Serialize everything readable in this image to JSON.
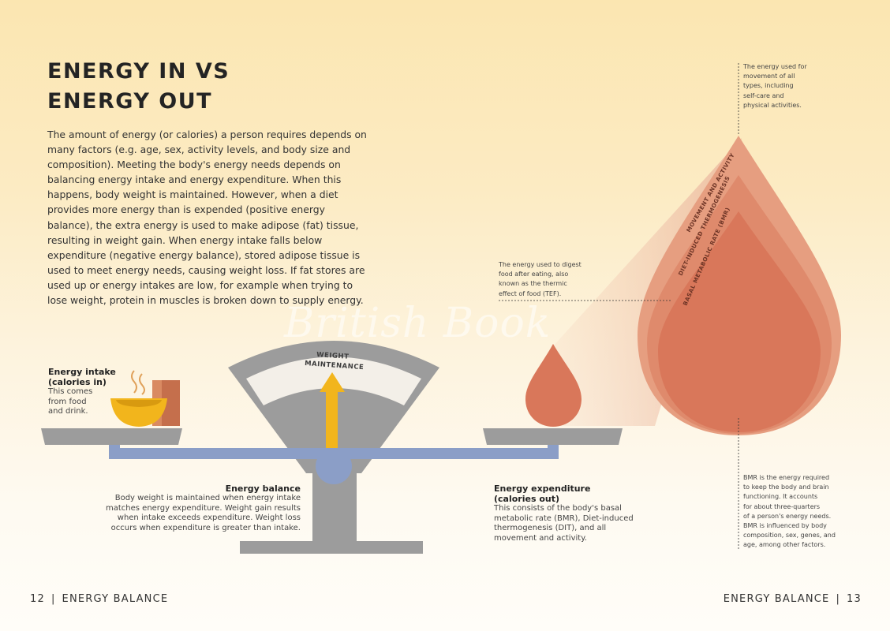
{
  "title_line1": "ENERGY IN VS",
  "title_line2": "ENERGY OUT",
  "body": "The amount of energy (or calories) a person requires depends on many factors (e.g. age, sex, activity levels, and body size and composition). Meeting the body's energy needs depends on balancing energy intake and energy expenditure. When this happens, body weight is maintained. However, when a diet provides more energy than is expended (positive energy balance), the extra energy is used to make adipose (fat) tissue, resulting in weight gain. When energy intake falls below expenditure (negative energy balance), stored adipose tissue is used to meet energy needs, causing weight loss. If fat stores are used up or energy intakes are low, for example when trying to lose weight, protein in muscles is broken down to supply energy.",
  "scale": {
    "dial_line1": "WEIGHT",
    "dial_line2": "MAINTENANCE"
  },
  "intake": {
    "heading": [
      "Energy intake",
      "(calories in)"
    ],
    "text": [
      "This comes",
      "from food",
      "and drink."
    ]
  },
  "balance": {
    "heading": "Energy balance",
    "text": [
      "Body weight is maintained when energy intake",
      "matches energy expenditure. Weight gain results",
      "when intake exceeds expenditure. Weight loss",
      "occurs when expenditure is greater than intake."
    ]
  },
  "expenditure": {
    "heading": [
      "Energy expenditure",
      "(calories out)"
    ],
    "text": [
      "This consists of the body's basal",
      "metabolic rate (BMR), Diet-induced",
      "thermogenesis (DIT), and all",
      "movement and activity."
    ]
  },
  "drop_layers": {
    "movement": "MOVEMENT AND ACTIVITY",
    "dit": "DIET-INDUCED THERMOGENESIS",
    "bmr": "BASAL METABOLIC RATE (BMR)"
  },
  "annotations": {
    "movement": [
      "The energy used for",
      "movement of all",
      "types, including",
      "self-care and",
      "physical activities."
    ],
    "tef": [
      "The energy used to digest",
      "food after eating, also",
      "known as the thermic",
      "effect of food (TEF)."
    ],
    "bmr": [
      "BMR is the energy required",
      "to keep the body and brain",
      "functioning. It accounts",
      "for about three-quarters",
      "of a person's energy needs.",
      "BMR is influenced by body",
      "composition, sex, genes, and",
      "age, among other factors."
    ]
  },
  "footer": {
    "left_page": "12",
    "left_section": "ENERGY BALANCE",
    "right_section": "ENERGY BALANCE",
    "right_page": "13",
    "divider": "|"
  },
  "watermark": "British Book",
  "colors": {
    "accent_yellow": "#f2b51c",
    "beam_blue": "#8b9ec7",
    "drop_orange": "#d9775a",
    "scale_gray": "#9c9c9c"
  }
}
